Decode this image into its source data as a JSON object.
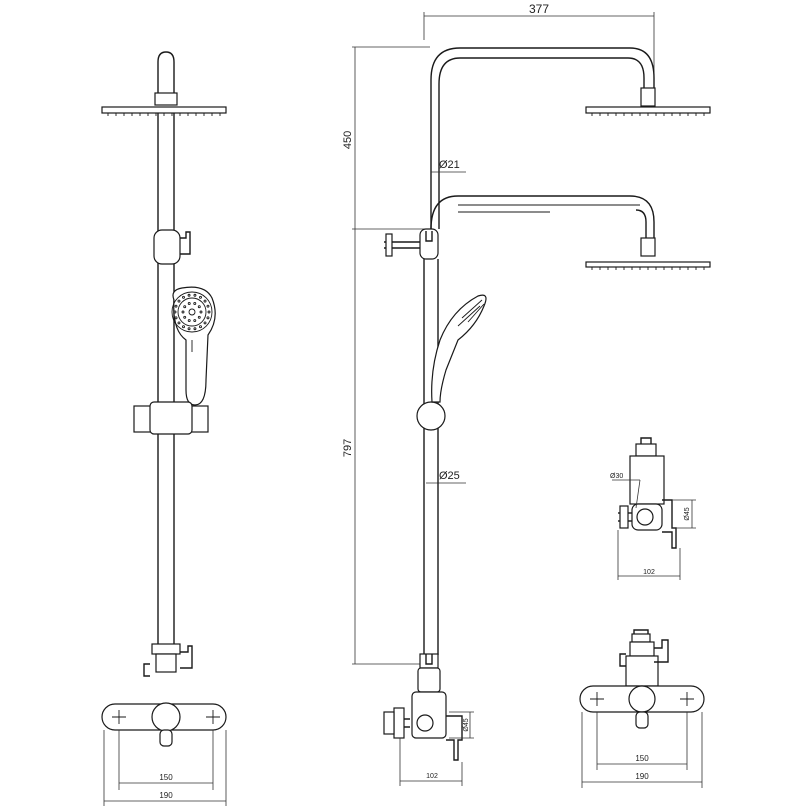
{
  "drawing": {
    "colors": {
      "line": "#1a1a1a",
      "background": "#ffffff"
    },
    "dimensions": {
      "arm_reach": "377",
      "upper_height": "450",
      "total_height": "797",
      "upper_pipe_diameter": "Ø21",
      "lower_pipe_diameter": "Ø25",
      "front_inner_width": "150",
      "front_outer_width": "190",
      "side_depth": "102",
      "side_height": "Ø45",
      "detail_side_diameter": "Ø30",
      "detail_side_height": "Ø45",
      "detail_side_depth": "102",
      "detail_front_inner_width": "150",
      "detail_front_outer_width": "190"
    }
  }
}
